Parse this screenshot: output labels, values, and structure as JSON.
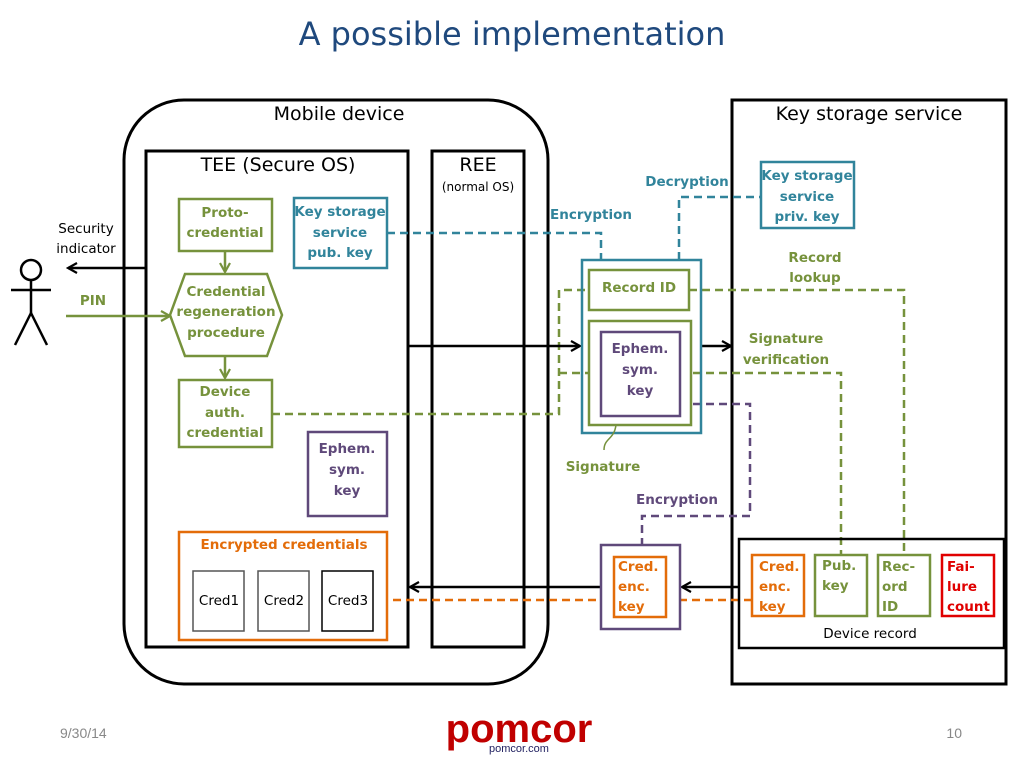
{
  "title": "A possible implementation",
  "colors": {
    "green": "#76923c",
    "teal": "#31849b",
    "purple": "#5f497a",
    "orange": "#e36c09",
    "red": "#e00000",
    "title": "#1f497d"
  },
  "user": {
    "security_indicator": [
      "Security",
      "indicator"
    ],
    "pin": "PIN"
  },
  "mobile_device": {
    "label": "Mobile device",
    "tee": {
      "label": "TEE (Secure OS)",
      "proto_credential": [
        "Proto-",
        "credential"
      ],
      "credential_regeneration": [
        "Credential",
        "regeneration",
        "procedure"
      ],
      "device_auth_credential": [
        "Device",
        "auth.",
        "credential"
      ],
      "ks_pub_key": [
        "Key storage",
        "service",
        "pub. key"
      ],
      "ephem_sym_key": [
        "Ephem.",
        "sym.",
        "key"
      ],
      "encrypted_credentials": {
        "label": "Encrypted credentials",
        "items": [
          "Cred1",
          "Cred2",
          "Cred3"
        ]
      }
    },
    "ree": {
      "label": "REE",
      "sublabel": "(normal OS)"
    }
  },
  "envelope": {
    "record_id": "Record ID",
    "ephem_sym_key": [
      "Ephem.",
      "sym.",
      "key"
    ],
    "signature": "Signature"
  },
  "labels": {
    "encryption_teal": "Encryption",
    "decryption": "Decryption",
    "record_lookup": [
      "Record",
      "lookup"
    ],
    "signature_verification": [
      "Signature",
      "verification"
    ],
    "encryption_purple": "Encryption"
  },
  "cred_enc_key_transit": [
    "Cred.",
    "enc.",
    "key"
  ],
  "key_storage_service": {
    "label": "Key storage service",
    "priv_key": [
      "Key storage",
      "service",
      "priv. key"
    ],
    "device_record": {
      "label": "Device record",
      "cred_enc_key": [
        "Cred.",
        "enc.",
        "key"
      ],
      "pub_key": [
        "Pub.",
        "key"
      ],
      "record_id": [
        "Rec-",
        "ord",
        "ID"
      ],
      "failure_count": [
        "Fai-",
        "lure",
        "count"
      ]
    }
  },
  "footer": {
    "date": "9/30/14",
    "logo": "pomcor",
    "logo_url_text": "pomcor.com",
    "page": "10"
  }
}
